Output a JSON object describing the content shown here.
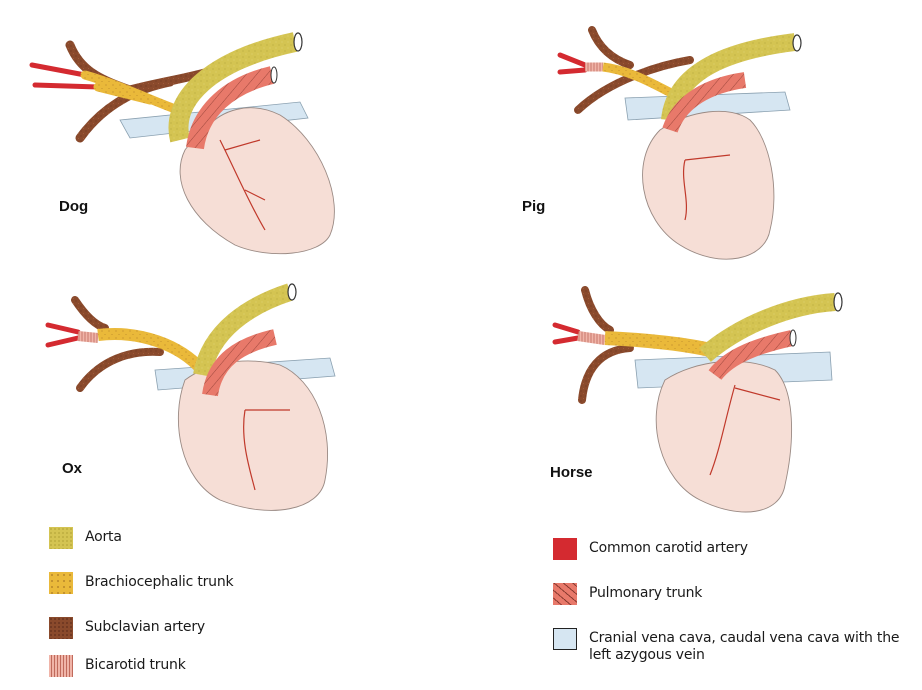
{
  "figure": {
    "panels": [
      {
        "id": "dog",
        "label": "Dog"
      },
      {
        "id": "pig",
        "label": "Pig"
      },
      {
        "id": "ox",
        "label": "Ox"
      },
      {
        "id": "horse",
        "label": "Horse"
      }
    ]
  },
  "colors": {
    "aorta": "#d4c452",
    "brachiocephalic": "#eab93a",
    "subclavian": "#8a4a2c",
    "bicarotid": "#f0b4a8",
    "carotid": "#d42a30",
    "pulmonary": "#e8796a",
    "vena_cava": "#d6e6f2",
    "heart": "#f6ded6",
    "heart_outline": "#9a8a84",
    "coronary": "#c0392b"
  },
  "legend": {
    "left": [
      {
        "key": "aorta",
        "label": "Aorta"
      },
      {
        "key": "brachiocephalic",
        "label": "Brachiocephalic trunk"
      },
      {
        "key": "subclavian",
        "label": "Subclavian artery"
      },
      {
        "key": "bicarotid",
        "label": "Bicarotid trunk"
      }
    ],
    "right": [
      {
        "key": "carotid",
        "label": "Common carotid artery"
      },
      {
        "key": "pulmonary",
        "label": "Pulmonary trunk"
      },
      {
        "key": "vena_cava",
        "label": "Cranial vena cava, caudal vena cava with the left azygous vein"
      }
    ]
  }
}
